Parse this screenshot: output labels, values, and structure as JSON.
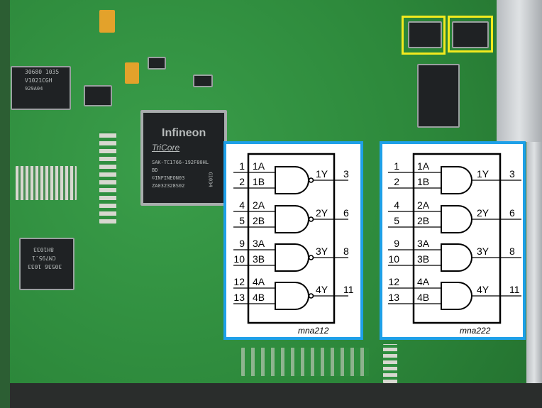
{
  "pcb": {
    "infineon_chip": {
      "brand": "Infineon",
      "family": "TriCore",
      "part": "SAK-TC1766-192F80HL",
      "rev": "BD",
      "copyright": "©INFINEON03",
      "lot": "ZA032328S02",
      "date_code": "G1034"
    },
    "bosch_chip_top": {
      "line1": "30680 1035",
      "line2": "V1021CGH",
      "line3": "929A04"
    },
    "bosch_chip_bottom": {
      "line1": "30536 1033",
      "line2": "CM795.1",
      "line3": "8H1033"
    }
  },
  "colors": {
    "highlight": "#f2ea1e",
    "panel_border": "#1ea0e8",
    "pcb": "#2f8f3f"
  },
  "diagrams": [
    {
      "type": "NAND",
      "caption": "mna212",
      "gates": [
        {
          "in_a_pin": "1",
          "in_a": "1A",
          "in_b_pin": "2",
          "in_b": "1B",
          "out": "1Y",
          "out_pin": "3"
        },
        {
          "in_a_pin": "4",
          "in_a": "2A",
          "in_b_pin": "5",
          "in_b": "2B",
          "out": "2Y",
          "out_pin": "6"
        },
        {
          "in_a_pin": "9",
          "in_a": "3A",
          "in_b_pin": "10",
          "in_b": "3B",
          "out": "3Y",
          "out_pin": "8"
        },
        {
          "in_a_pin": "12",
          "in_a": "4A",
          "in_b_pin": "13",
          "in_b": "4B",
          "out": "4Y",
          "out_pin": "11"
        }
      ]
    },
    {
      "type": "AND",
      "caption": "mna222",
      "gates": [
        {
          "in_a_pin": "1",
          "in_a": "1A",
          "in_b_pin": "2",
          "in_b": "1B",
          "out": "1Y",
          "out_pin": "3"
        },
        {
          "in_a_pin": "4",
          "in_a": "2A",
          "in_b_pin": "5",
          "in_b": "2B",
          "out": "2Y",
          "out_pin": "6"
        },
        {
          "in_a_pin": "9",
          "in_a": "3A",
          "in_b_pin": "10",
          "in_b": "3B",
          "out": "3Y",
          "out_pin": "8"
        },
        {
          "in_a_pin": "12",
          "in_a": "4A",
          "in_b_pin": "13",
          "in_b": "4B",
          "out": "4Y",
          "out_pin": "11"
        }
      ]
    }
  ]
}
